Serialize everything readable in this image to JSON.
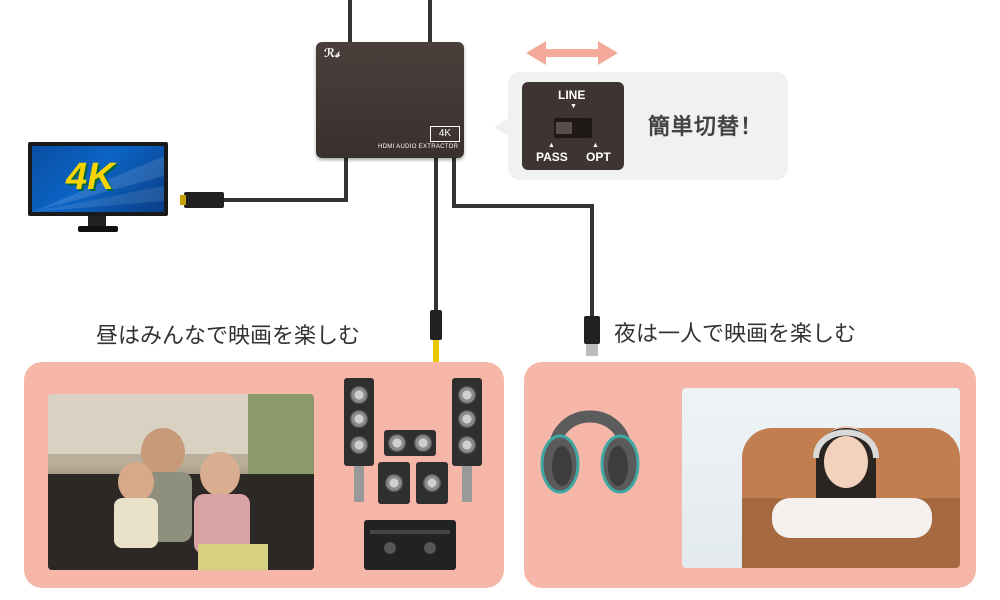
{
  "device": {
    "logo": "ℛ𝓈",
    "badge": "4K",
    "model": "HDMI AUDIO EXTRACTOR"
  },
  "callout": {
    "switch_top": "LINE",
    "switch_left": "PASS",
    "switch_right": "OPT",
    "tri_down": "▼",
    "tri_up": "▲",
    "text": "簡単切替！"
  },
  "monitor": {
    "screen_text": "4K"
  },
  "left_section": {
    "title": "昼はみんなで映画を楽しむ"
  },
  "right_section": {
    "title": "夜は一人で映画を楽しむ"
  },
  "colors": {
    "panel": "#f6b7a9",
    "arrow": "#f4a99a",
    "cable_yellow": "#e8c800"
  }
}
